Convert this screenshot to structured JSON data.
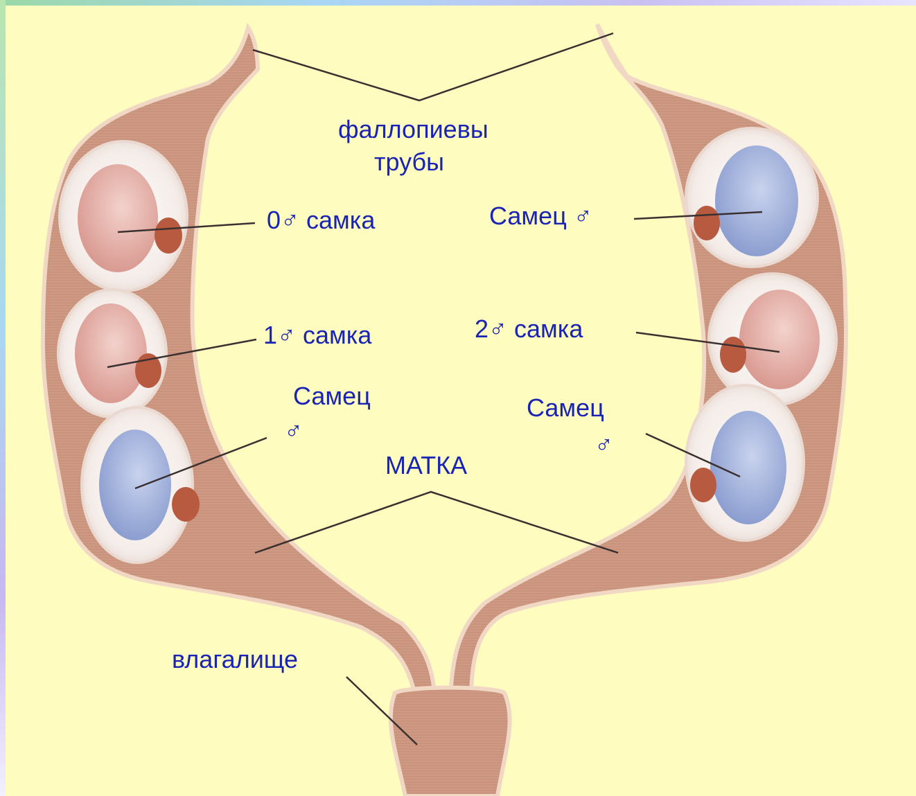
{
  "labels": {
    "fallopian_line1": "фаллопиевы",
    "fallopian_line2": "трубы",
    "left_0": "0♂  самка",
    "right_top": "Самец ♂",
    "left_1": "1♂  самка",
    "right_2": "2♂ самка",
    "left_male_word": "Самец",
    "left_male_sign": "♂",
    "right_male_word": "Самец",
    "right_male_sign": "♂",
    "uterus": "МАТКА",
    "vagina": "влагалище"
  },
  "fetuses": [
    {
      "side": "left",
      "position": 1,
      "sex": "female",
      "color": "#e8b4ad"
    },
    {
      "side": "left",
      "position": 2,
      "sex": "female",
      "color": "#e8b4ad"
    },
    {
      "side": "left",
      "position": 3,
      "sex": "male",
      "color": "#9fb0d8"
    },
    {
      "side": "right",
      "position": 1,
      "sex": "male",
      "color": "#9fb0d8"
    },
    {
      "side": "right",
      "position": 2,
      "sex": "female",
      "color": "#e8b4ad"
    },
    {
      "side": "right",
      "position": 3,
      "sex": "male",
      "color": "#9fb0d8"
    }
  ],
  "colors": {
    "background": "#fffcc0",
    "uterus_tissue": "#cf9a83",
    "uterus_outline": "#f0d8c4",
    "sac": "#f4ece8",
    "placenta": "#b85a40",
    "label_text": "#1a24b4",
    "leader_line": "#3a3030"
  }
}
